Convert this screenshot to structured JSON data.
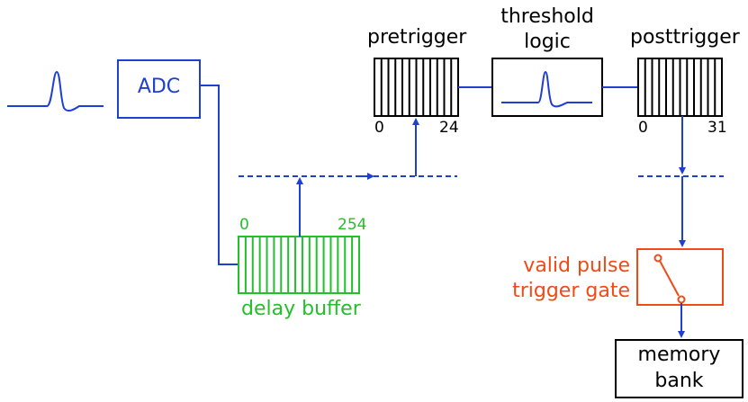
{
  "colors": {
    "blue": "#1f3fd0",
    "green": "#22c02a",
    "red": "#f04a16",
    "black": "#000000"
  },
  "adc": {
    "label": "ADC"
  },
  "pretrigger": {
    "label": "pretrigger",
    "index_start": "0",
    "index_end": "24"
  },
  "threshold": {
    "label_line1": "threshold",
    "label_line2": "logic"
  },
  "posttrigger": {
    "label": "posttrigger",
    "index_start": "0",
    "index_end": "31"
  },
  "delay_buffer": {
    "label": "delay buffer",
    "index_start": "0",
    "index_end": "254"
  },
  "trigger_gate": {
    "label_line1": "valid pulse",
    "label_line2": "trigger gate"
  },
  "memory": {
    "label_line1": "memory",
    "label_line2": "bank"
  }
}
